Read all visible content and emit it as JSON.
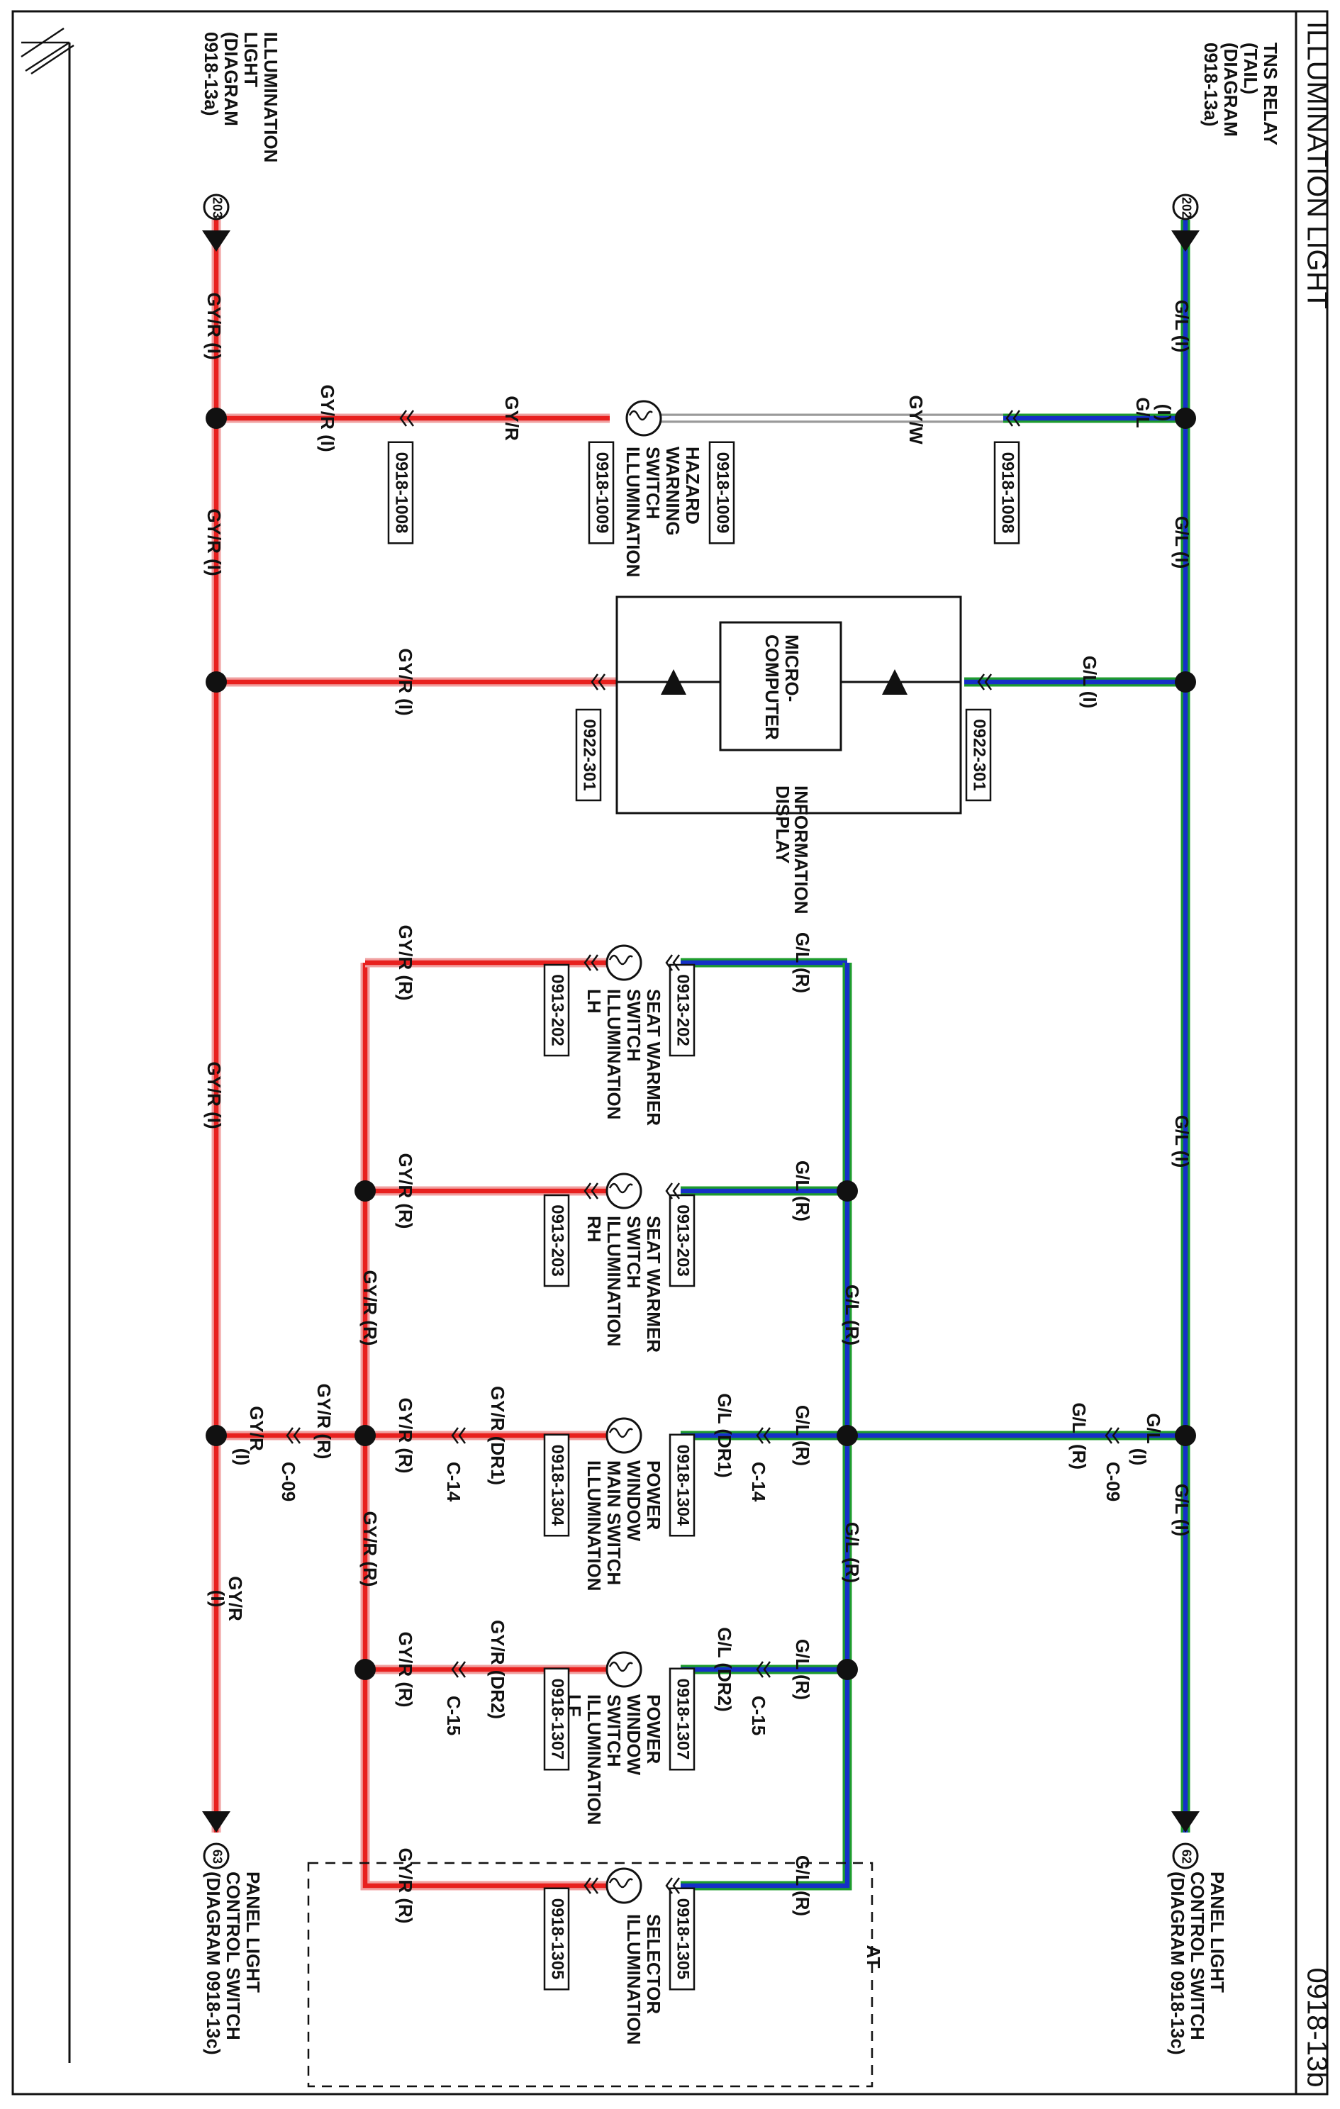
{
  "title": "ILLUMINATION LIGHT",
  "page_code": "0918-13b",
  "colors": {
    "gl_outer": "#1e9c2e",
    "gl_inner": "#1530c8",
    "gyr_outer": "#f0a0a0",
    "gyr_inner": "#e8201e",
    "gyw_outer": "#9a9a9a",
    "gyw_inner": "#ffffff",
    "ink": "#111111"
  },
  "endpoints": {
    "tns_relay": {
      "lines": [
        "TNS RELAY",
        "(TAIL)",
        "(DIAGRAM",
        "0918-13a)"
      ],
      "num": "202"
    },
    "illum_light": {
      "lines": [
        "ILLUMINATION",
        "LIGHT",
        "(DIAGRAM",
        "0918-13a)"
      ],
      "num": "203"
    },
    "panel_right": {
      "lines": [
        "PANEL LIGHT",
        "CONTROL SWITCH",
        "(DIAGRAM 0918-13c)"
      ],
      "num": "62"
    },
    "panel_left": {
      "lines": [
        "PANEL LIGHT",
        "CONTROL SWITCH",
        "(DIAGRAM 0918-13c)"
      ],
      "num": "63"
    }
  },
  "wires": {
    "gl_i": "G/L (I)",
    "gl_r": "G/L (R)",
    "gl_dr1": "G/L (DR1)",
    "gl_dr2": "G/L (DR2)",
    "gyr_i": "GY/R (I)",
    "gyr_r": "GY/R (R)",
    "gyr_dr1": "GY/R (DR1)",
    "gyr_dr2": "GY/R (DR2)",
    "gyr": "GY/R",
    "gyw": "GY/W",
    "gl_short": "G/L",
    "paren_i": "(I)",
    "paren_r": "(R)",
    "gyr_short": "GY/R"
  },
  "connectors": {
    "c_0918_1008": "0918-1008",
    "c_0918_1009": "0918-1009",
    "c_0922_301": "0922-301",
    "c_0913_202": "0913-202",
    "c_0913_203": "0913-203",
    "c_0918_1304": "0918-1304",
    "c_0918_1307": "0918-1307",
    "c_0918_1305": "0918-1305",
    "c09": "C-09",
    "c14": "C-14",
    "c15": "C-15"
  },
  "components": {
    "hazard": [
      "HAZARD",
      "WARNING",
      "SWITCH",
      "ILLUMINATION"
    ],
    "micro": [
      "MICRO-",
      "COMPUTER"
    ],
    "info": [
      "INFORMATION",
      "DISPLAY"
    ],
    "seat_lh": [
      "SEAT WARMER",
      "SWITCH",
      "ILLUMINATION",
      "LH"
    ],
    "seat_rh": [
      "SEAT WARMER",
      "SWITCH",
      "ILLUMINATION",
      "RH"
    ],
    "pw_main": [
      "POWER",
      "WINDOW",
      "MAIN SWITCH",
      "ILLUMINATION"
    ],
    "pw_lf": [
      "POWER",
      "WINDOW",
      "SWITCH",
      "ILLUMINATION",
      "LF"
    ],
    "selector": [
      "SELECTOR",
      "ILLUMINATION"
    ]
  },
  "at_label": "AT"
}
